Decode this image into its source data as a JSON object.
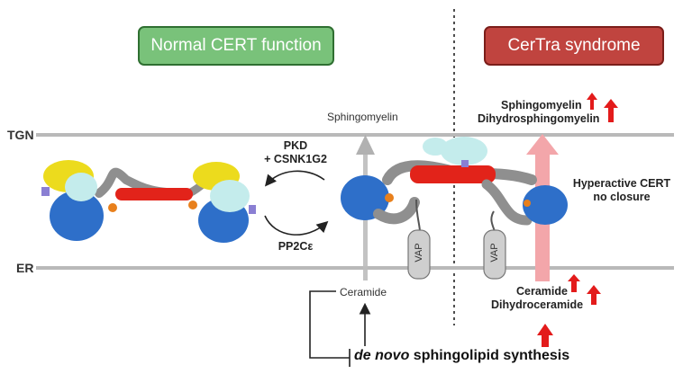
{
  "panels": {
    "normal_title": "Normal CERT function",
    "certra_title": "CerTra syndrome"
  },
  "membranes": {
    "top": "TGN",
    "bottom": "ER"
  },
  "labels": {
    "sphingomyelin_left": "Sphingomyelin",
    "ceramide_left": "Ceramide",
    "kinases_line1": "PKD",
    "kinases_line2": "+ CSNK1G2",
    "phosphatase": "PP2Cε",
    "vap": "VAP",
    "hyperactive_line1": "Hyperactive CERT",
    "hyperactive_line2": "no closure",
    "sm_right": "Sphingomyelin",
    "dhsm_right": "Dihydrosphingomyelin",
    "cer_right": "Ceramide",
    "dhcer_right": "Dihydroceramide",
    "synthesis_italic": "de novo",
    "synthesis_rest": " sphingolipid synthesis"
  },
  "colors": {
    "normal_box": "#79c27a",
    "certra_box": "#c0443f",
    "membrane": "#b9b9b9",
    "increase_arrow": "#e31b1b",
    "transport_arrow_normal": "#a9a9a9",
    "transport_arrow_certra": "#f3a6aa",
    "domain_blue": "#2e6fc9",
    "domain_yellow": "#ecdb1d",
    "domain_red": "#e2231a",
    "domain_cyan": "#c4ecec",
    "domain_orange": "#e8801c",
    "linker_gray": "#8f8f8f"
  }
}
